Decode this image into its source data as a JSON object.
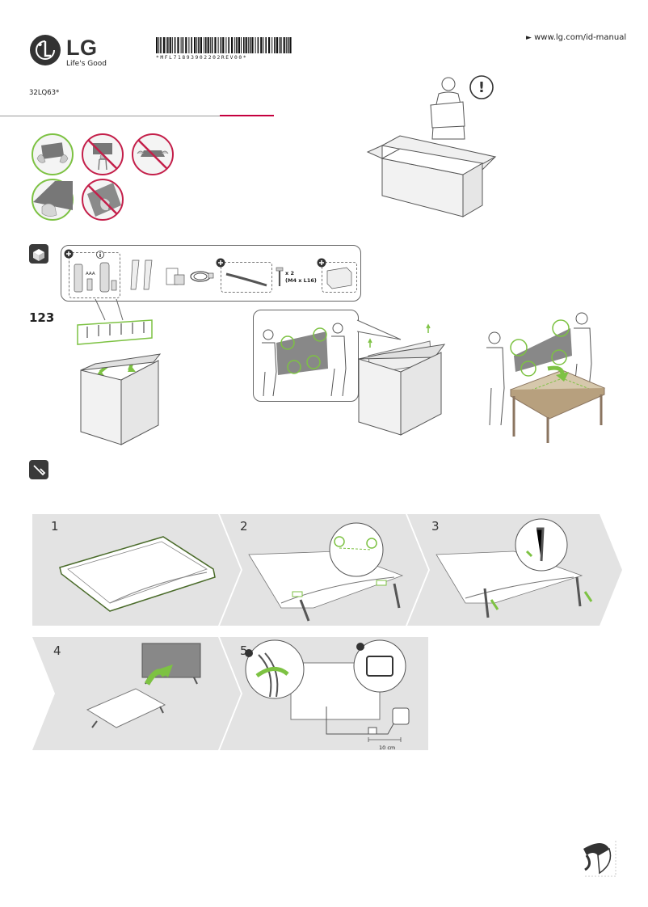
{
  "header": {
    "brand_mark": "LG",
    "brand_name": "LG",
    "slogan": "Life's Good",
    "barcode_text": "*MFL71893902202REV00*",
    "url_arrow": "►",
    "url": "www.lg.com/id-manual",
    "model": "32LQ63*"
  },
  "accessories": {
    "screw_count": "x 2",
    "screw_spec": "(M4 x L16)",
    "aaa_label": "AAA"
  },
  "icons": {
    "caution": "!",
    "optional_marker": "+"
  },
  "unpacking": {
    "label": "123"
  },
  "assembly": {
    "steps": [
      "1",
      "2",
      "3",
      "4",
      "5"
    ],
    "cable_distance": "10 cm"
  },
  "colors": {
    "accent_green": "#7dc243",
    "prohibit_red": "#c41f4a",
    "lg_red": "#c5003e",
    "step_panel": "#e3e3e3"
  }
}
